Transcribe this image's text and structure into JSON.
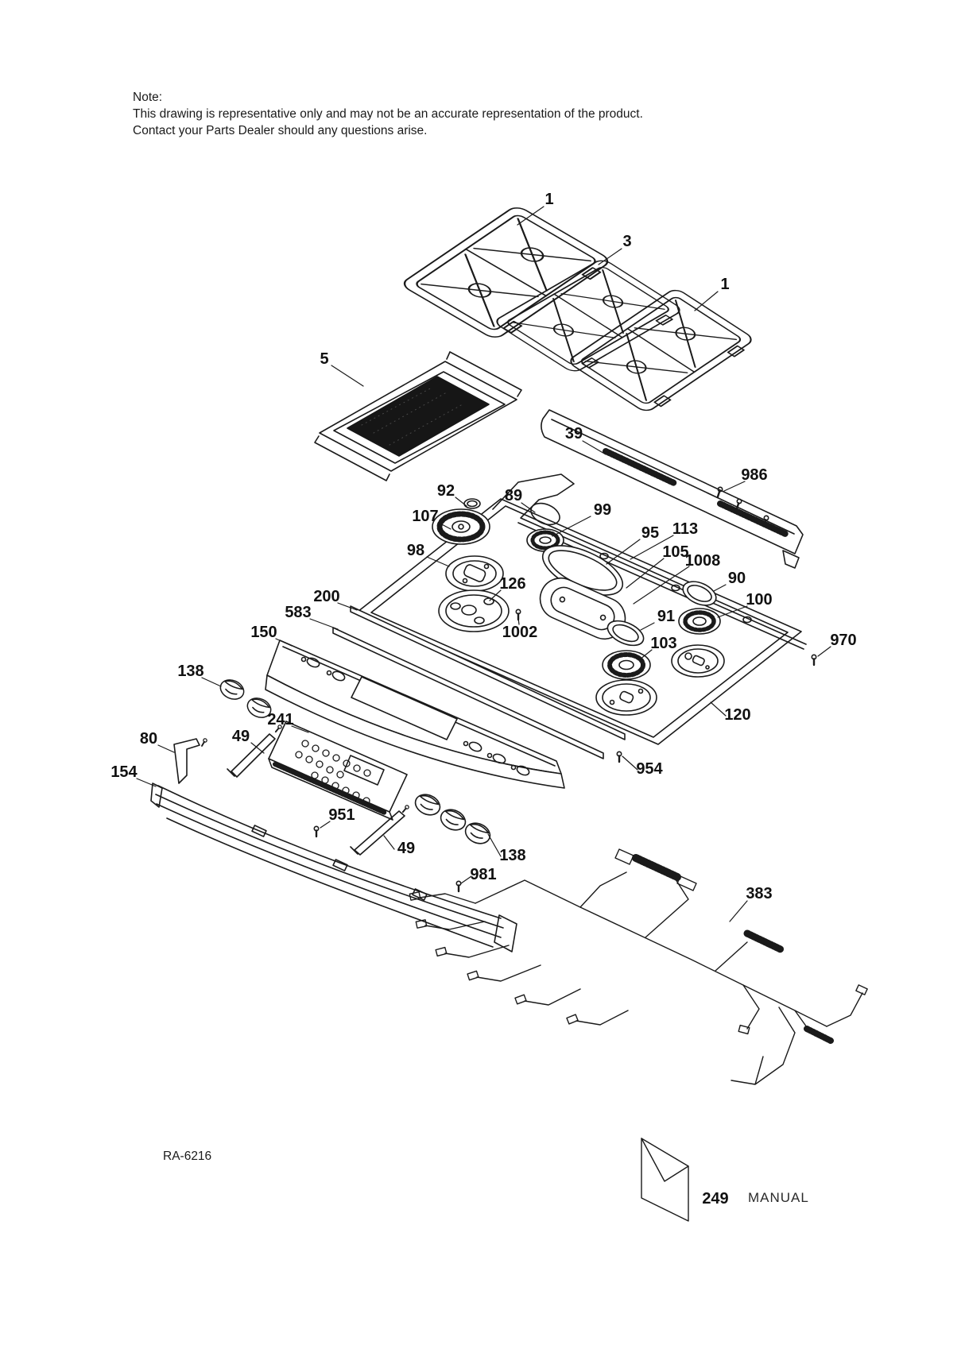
{
  "note": {
    "title": "Note:",
    "line1": "This drawing is representative only and may not be an accurate representation of the product.",
    "line2": "Contact your Parts Dealer should any questions arise."
  },
  "callouts": [
    {
      "label": "1"
    },
    {
      "label": "3"
    },
    {
      "label": "1"
    },
    {
      "label": "5"
    },
    {
      "label": "39"
    },
    {
      "label": "986"
    },
    {
      "label": "92"
    },
    {
      "label": "89"
    },
    {
      "label": "107"
    },
    {
      "label": "99"
    },
    {
      "label": "95"
    },
    {
      "label": "113"
    },
    {
      "label": "98"
    },
    {
      "label": "105"
    },
    {
      "label": "1008"
    },
    {
      "label": "126"
    },
    {
      "label": "90"
    },
    {
      "label": "200"
    },
    {
      "label": "100"
    },
    {
      "label": "583"
    },
    {
      "label": "1002"
    },
    {
      "label": "91"
    },
    {
      "label": "150"
    },
    {
      "label": "103"
    },
    {
      "label": "970"
    },
    {
      "label": "138"
    },
    {
      "label": "120"
    },
    {
      "label": "241"
    },
    {
      "label": "80"
    },
    {
      "label": "49"
    },
    {
      "label": "154"
    },
    {
      "label": "954"
    },
    {
      "label": "951"
    },
    {
      "label": "49"
    },
    {
      "label": "138"
    },
    {
      "label": "981"
    },
    {
      "label": "383"
    }
  ],
  "footer": {
    "drawing_number": "RA-6216",
    "manual_callout": "249",
    "manual_label": "MANUAL"
  },
  "colors": {
    "line": "#1a1a1a",
    "background": "#ffffff",
    "griddle_surface": "#161616"
  }
}
